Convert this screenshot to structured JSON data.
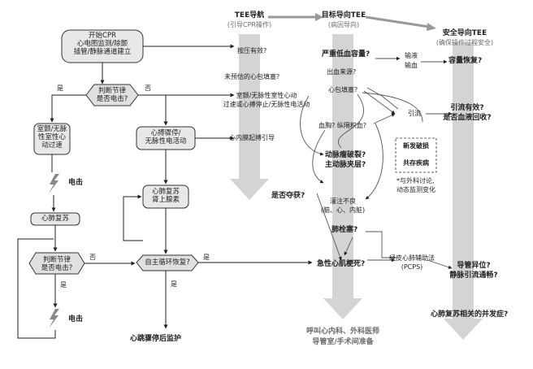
{
  "headers": {
    "tee_nav": {
      "title": "TEE导航",
      "sub": "(引导CPR操作)"
    },
    "target_tee": {
      "title": "目标导向TEE",
      "sub": "(病因导向)"
    },
    "safe_tee": {
      "title": "安全导向TEE",
      "sub": "(确保操作过程安全)"
    }
  },
  "nodes": {
    "start": {
      "line1": "开始CPR",
      "line2": "心电图监测/除颤",
      "line3": "插管/静脉通道建立"
    },
    "judge1": {
      "line1": "判断节律",
      "line2": "是否电击?"
    },
    "judge1_yes": "是",
    "judge1_no": "否",
    "vf": {
      "line1": "室颤/无脉",
      "line2": "性室性心",
      "line3": "动过速"
    },
    "shock1": "电击",
    "cpr_box": "心肺复苏",
    "judge2": {
      "line1": "判断节律",
      "line2": "是否电击?"
    },
    "judge2_yes": "是",
    "judge2_no": "否",
    "shock2": "电击",
    "asystole": {
      "line1": "心搏骤停/",
      "line2": "无脉性电活动"
    },
    "cpr_epi": {
      "line1": "心肺复苏",
      "line2": "肾上腺素"
    },
    "rosc": "自主循环恢复?",
    "rosc_yes": "是",
    "rosc_no": "是",
    "post_arrest": "心跳骤停后监护"
  },
  "tee_nav_items": {
    "q1": "按压有效?",
    "q2": "未预估的心包填塞?",
    "q3a": "室颤/无脉性室性心动",
    "q3b": "过速或心搏停止/无脉性电活动",
    "q4": "心内膜起搏引导"
  },
  "target_items": {
    "hypovolemia": "严重低血容量?",
    "bleeding": "出血来源?",
    "tamponade": "心包填塞?",
    "hemothorax": "血胸? 纵隔积血?",
    "aorta1": "动脉瘤破裂?",
    "aorta2": "主动脉夹层?",
    "perfusion1": "灌注不良",
    "perfusion2": "(脑、心、内脏)",
    "pe": "肺栓塞?",
    "mi": "急性心肌梗死?",
    "reversal": "是否夺获?"
  },
  "mid_items": {
    "fluid1": "输液",
    "fluid2": "输血",
    "drain": "引流",
    "new_damage": "新发破损",
    "coexist": "共存疾病",
    "note1": "*与外科讨论,",
    "note2": "动态监测变化",
    "pcps1": "经皮心肺辅助法",
    "pcps2": "(PCPS)"
  },
  "safe_items": {
    "volume": "容量恢复?",
    "drain_eff1": "引流有效?",
    "drain_eff2": "是否血液回收?",
    "cannula1": "导管异位?",
    "cannula2": "静脉引流通畅?",
    "complications": "心肺复苏相关的并发症?"
  },
  "footer": {
    "line1": "呼叫心内科、外科医师",
    "line2": "导管室/手术间准备"
  }
}
